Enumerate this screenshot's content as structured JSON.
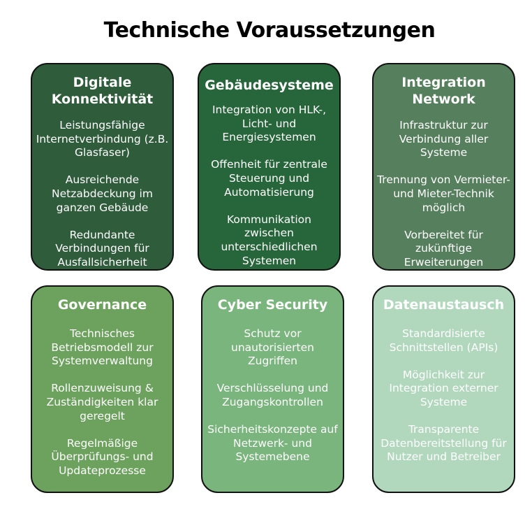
{
  "title": "Technische Voraussetzungen",
  "cards": [
    {
      "title": "Digitale Konnektivität",
      "items": [
        "Leistungsfähige Internetverbindung (z.B. Glasfaser)",
        "Ausreichende Netzabdeckung im ganzen Gebäude",
        "Redundante Verbindungen für Ausfallsicherheit"
      ],
      "color": "#2f5c3b"
    },
    {
      "title": "Gebäudesysteme",
      "items": [
        "Integration von HLK-, Licht- und Energiesystemen",
        "Offenheit für zentrale Steuerung und Automatisierung",
        "Kommunikation zwischen unterschiedlichen Systemen"
      ],
      "color": "#27653a"
    },
    {
      "title": "Integration Network",
      "items": [
        "Infrastruktur zur Verbindung aller Systeme",
        "Trennung von Vermieter- und Mieter-Technik möglich",
        "Vorbereitet für zukünftige Erweiterungen"
      ],
      "color": "#567f5d"
    },
    {
      "title": "Governance",
      "items": [
        "Technisches Betriebsmodell zur Systemverwaltung",
        "Rollenzuweisung & Zuständigkeiten klar geregelt",
        "Regelmäßige Überprüfungs- und Updateprozesse"
      ],
      "color": "#6da25e"
    },
    {
      "title": "Cyber Security",
      "items": [
        "Schutz vor unautorisierten Zugriffen",
        "Verschlüsselung und Zugangskontrollen",
        "Sicherheitskonzepte auf Netzwerk- und Systemebene"
      ],
      "color": "#79b57c"
    },
    {
      "title": "Datenaustausch",
      "items": [
        "Standardisierte Schnittstellen (APIs)",
        "Möglichkeit zur Integration externer Systeme",
        "Transparente Datenbereitstellung für Nutzer und Betreiber"
      ],
      "color": "#b1d7bd"
    }
  ]
}
